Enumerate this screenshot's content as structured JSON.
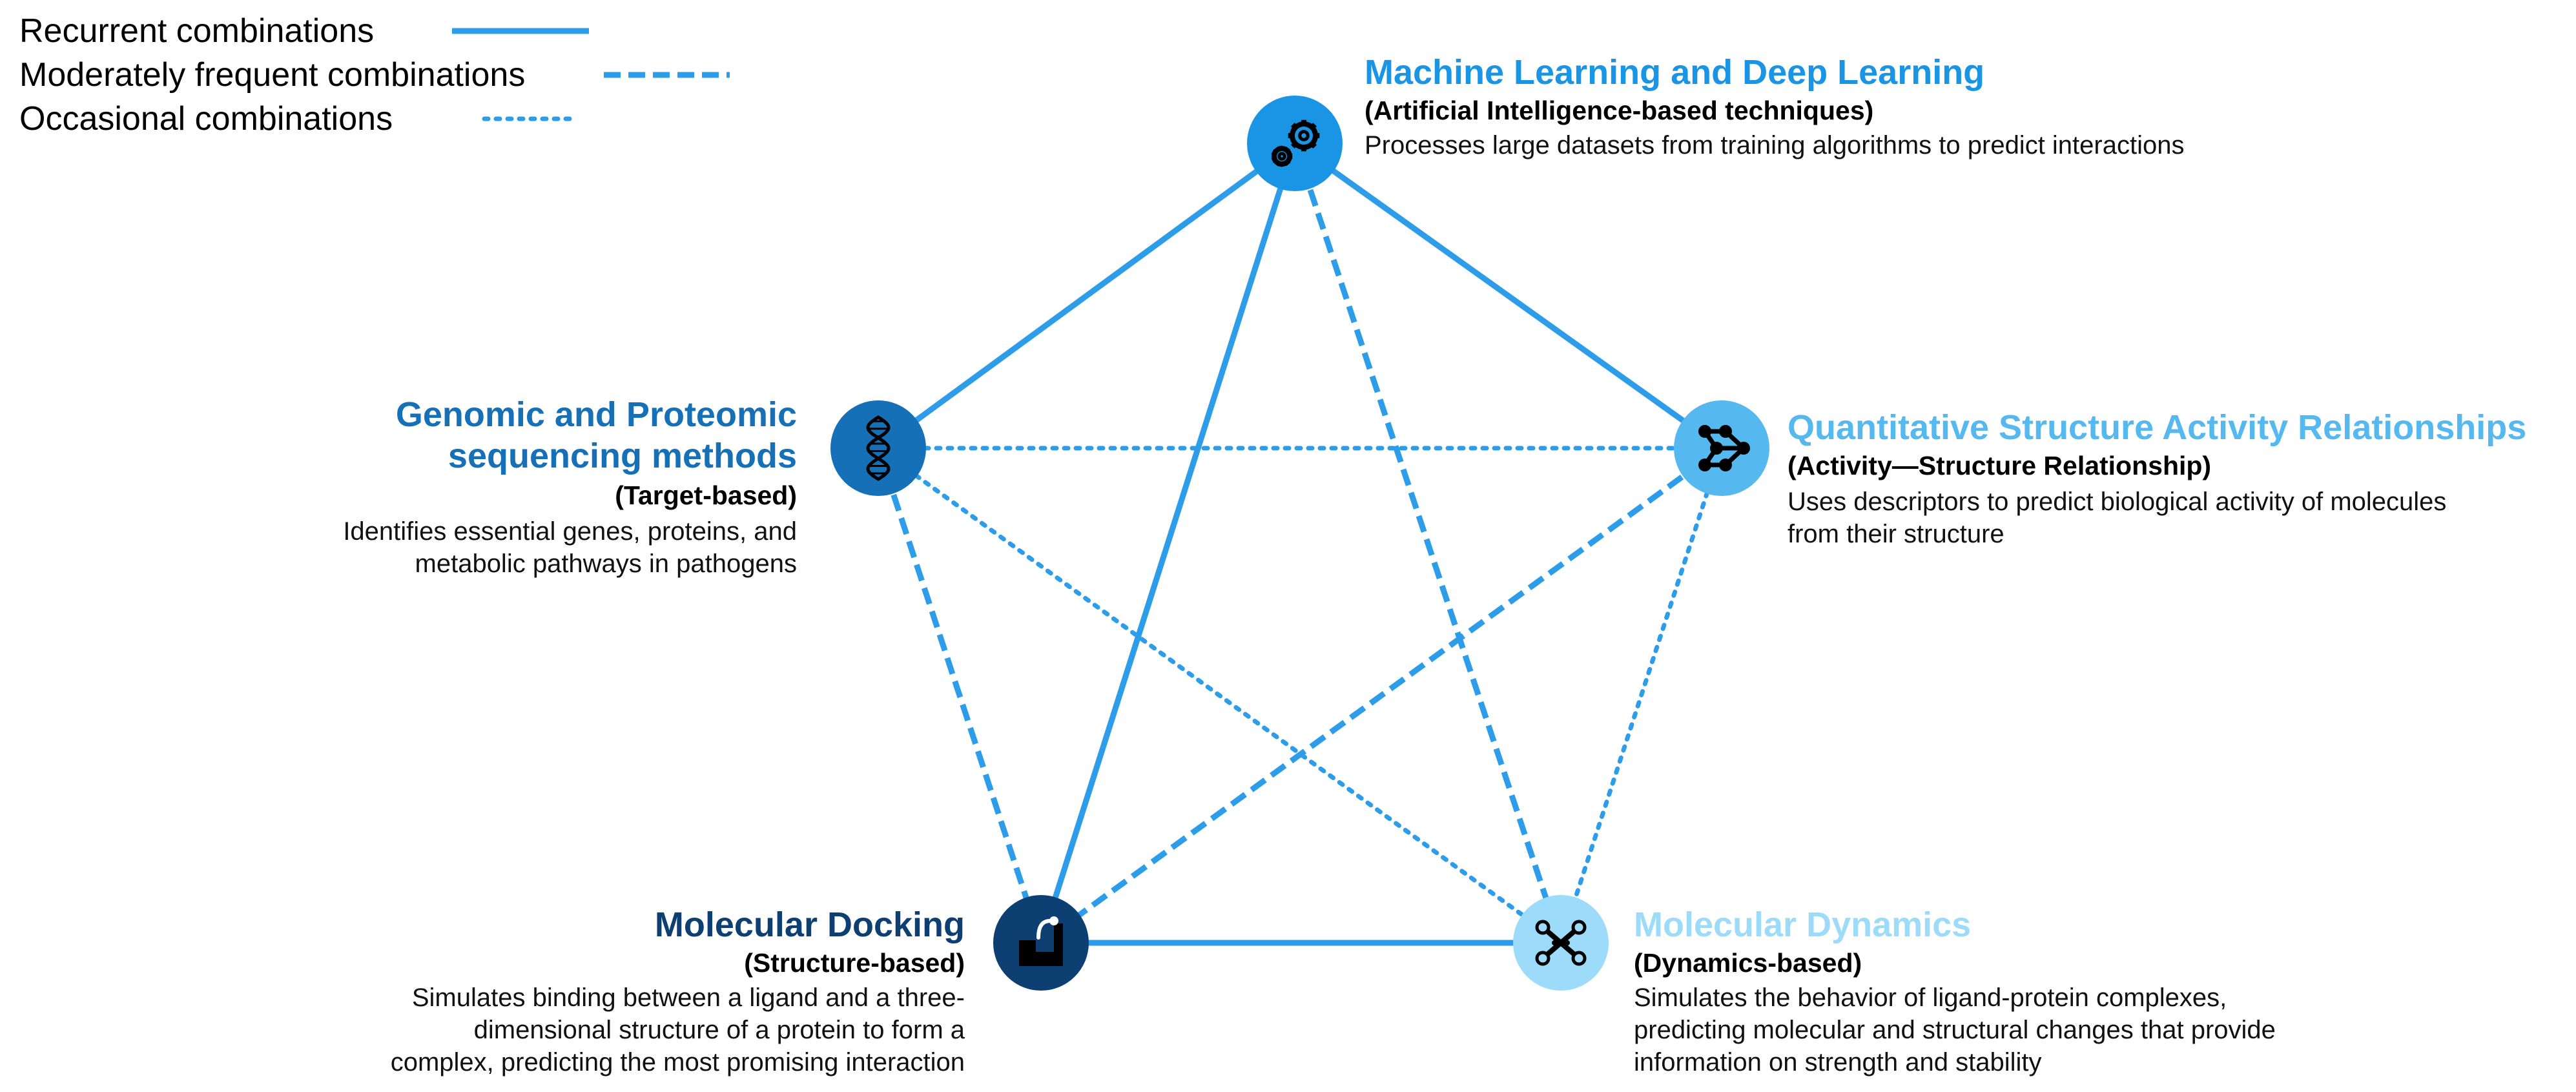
{
  "legend": {
    "items": [
      {
        "label": "Recurrent combinations",
        "style": "solid"
      },
      {
        "label": "Moderately frequent combinations",
        "style": "dashed"
      },
      {
        "label": "Occasional combinations",
        "style": "dotted"
      }
    ]
  },
  "colors": {
    "edge": "#2e9de9",
    "ml": "#1a95e6",
    "genomic": "#1570b8",
    "qsar": "#55b9f0",
    "docking": "#0d3f72",
    "dynamics": "#9cdcfa"
  },
  "nodes": {
    "ml": {
      "title": "Machine Learning and Deep Learning",
      "subtitle": "(Artificial Intelligence-based techniques)",
      "description": "Processes large datasets from training algorithms to predict interactions",
      "icon": "gears-icon"
    },
    "genomic": {
      "title": "Genomic and Proteomic\nsequencing methods",
      "subtitle": "(Target-based)",
      "description": "Identifies essential genes, proteins, and\nmetabolic pathways in pathogens",
      "icon": "dna-icon"
    },
    "qsar": {
      "title": "Quantitative Structure Activity Relationships",
      "subtitle": "(Activity—Structure Relationship)",
      "description": "Uses descriptors to predict biological activity of molecules\nfrom their structure",
      "icon": "network-icon"
    },
    "docking": {
      "title": "Molecular Docking",
      "subtitle": "(Structure-based)",
      "description": "Simulates binding between a ligand and a three-\ndimensional structure of a protein to form a\ncomplex, predicting the most promising interaction",
      "icon": "docking-icon"
    },
    "dynamics": {
      "title": "Molecular Dynamics",
      "subtitle": "(Dynamics-based)",
      "description": "Simulates the behavior of ligand-protein complexes,\npredicting molecular and structural changes that provide\ninformation on strength and stability",
      "icon": "molecule-icon"
    }
  },
  "edges": [
    {
      "from": "ml",
      "to": "genomic",
      "style": "solid"
    },
    {
      "from": "ml",
      "to": "qsar",
      "style": "solid"
    },
    {
      "from": "ml",
      "to": "docking",
      "style": "solid"
    },
    {
      "from": "docking",
      "to": "dynamics",
      "style": "solid"
    },
    {
      "from": "ml",
      "to": "dynamics",
      "style": "dashed"
    },
    {
      "from": "genomic",
      "to": "docking",
      "style": "dashed"
    },
    {
      "from": "qsar",
      "to": "docking",
      "style": "dashed"
    },
    {
      "from": "genomic",
      "to": "qsar",
      "style": "dotted"
    },
    {
      "from": "genomic",
      "to": "dynamics",
      "style": "dotted"
    },
    {
      "from": "qsar",
      "to": "dynamics",
      "style": "dotted"
    }
  ]
}
